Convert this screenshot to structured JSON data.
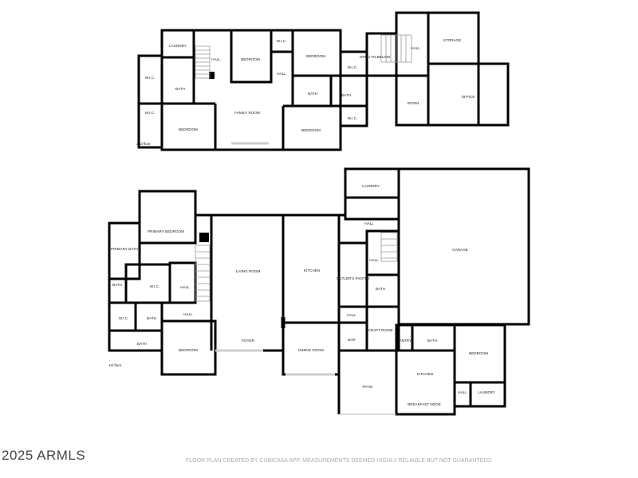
{
  "floors": {
    "second": {
      "label": "2nd floor",
      "rooms": [
        "LAUNDRY",
        "W.I.C.",
        "W.I.C.",
        "BATH",
        "HALL",
        "BEDROOM",
        "W.I.C.",
        "BEDROOM",
        "HALL",
        "BATH",
        "FAMILY ROOM",
        "BEDROOM",
        "BEDROOM",
        "W.I.C.",
        "BATH",
        "W.I.C.",
        "OPEN TO BELOW",
        "HALL",
        "STORAGE",
        "ROOM",
        "OFFICE"
      ]
    },
    "first": {
      "label": "1st floor",
      "rooms": [
        "PRIMARY BEDROOM",
        "PRIMARY BATH",
        "BATH",
        "W.I.C.",
        "HALL",
        "W.I.C.",
        "BATH",
        "BATH",
        "HALL",
        "BEDROOM",
        "LIVING ROOM",
        "KITCHEN",
        "FOYER",
        "DINING ROOM",
        "BUTLER'S PANTRY",
        "HALL",
        "BAR",
        "CRAFT ROOM",
        "LAUNDRY",
        "HALL",
        "HALL",
        "BATH",
        "GARAGE",
        "PATIO",
        "PANTRY",
        "BATH",
        "KITCHEN",
        "BREAKFAST NOOK",
        "BEDROOM",
        "HALL",
        "LAUNDRY"
      ]
    }
  },
  "footer": {
    "copyright": "2025 ARMLS",
    "disclaimer": "FLOOR PLAN CREATED BY CUBICASA APP. MEASUREMENTS DEEMED HIGHLY RELIABLE BUT NOT GUARANTEED."
  }
}
